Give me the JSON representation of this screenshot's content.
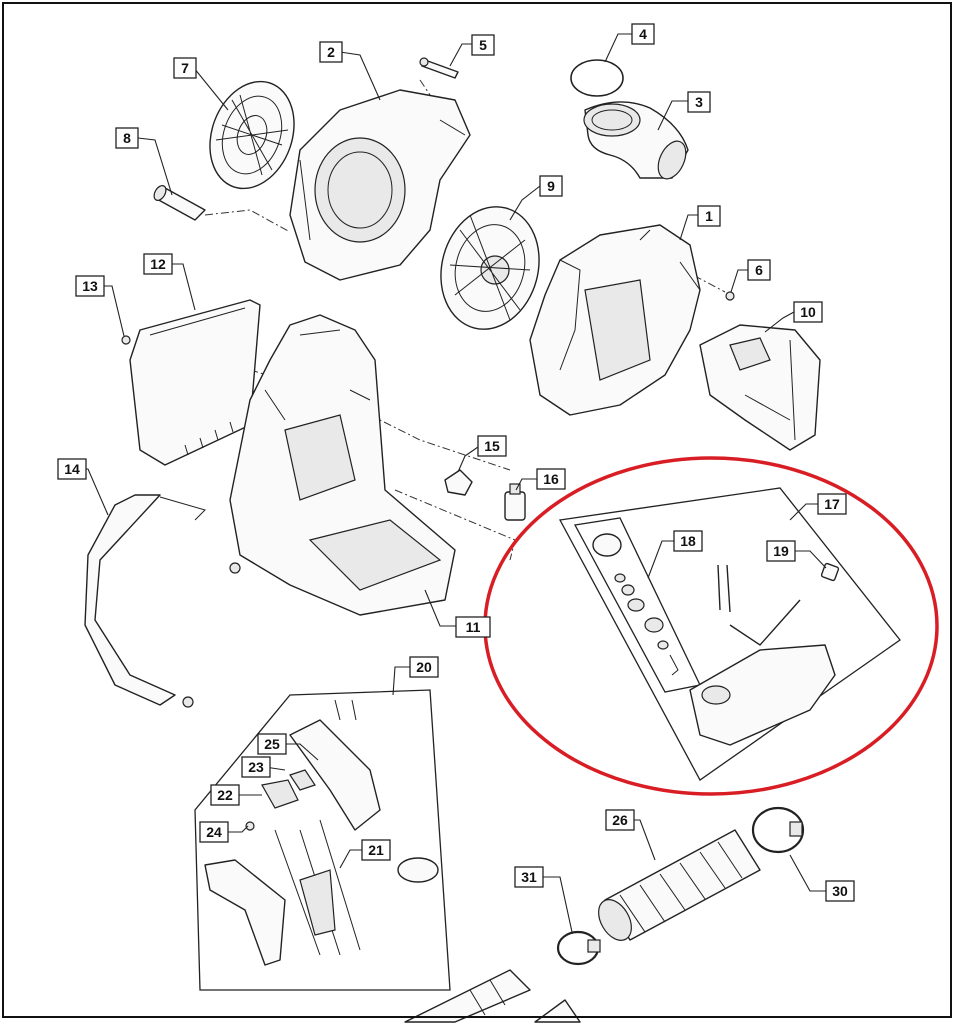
{
  "callouts": [
    {
      "id": "c1",
      "text": "1"
    },
    {
      "id": "c2",
      "text": "2"
    },
    {
      "id": "c3",
      "text": "3"
    },
    {
      "id": "c4",
      "text": "4"
    },
    {
      "id": "c5",
      "text": "5"
    },
    {
      "id": "c6",
      "text": "6"
    },
    {
      "id": "c7",
      "text": "7"
    },
    {
      "id": "c8",
      "text": "8"
    },
    {
      "id": "c9",
      "text": "9"
    },
    {
      "id": "c10",
      "text": "10"
    },
    {
      "id": "c11",
      "text": "11"
    },
    {
      "id": "c12",
      "text": "12"
    },
    {
      "id": "c13",
      "text": "13"
    },
    {
      "id": "c14",
      "text": "14"
    },
    {
      "id": "c15",
      "text": "15"
    },
    {
      "id": "c16",
      "text": "16"
    },
    {
      "id": "c17",
      "text": "17"
    },
    {
      "id": "c18",
      "text": "18"
    },
    {
      "id": "c19",
      "text": "19"
    },
    {
      "id": "c20",
      "text": "20"
    },
    {
      "id": "c21",
      "text": "21"
    },
    {
      "id": "c22",
      "text": "22"
    },
    {
      "id": "c23",
      "text": "23"
    },
    {
      "id": "c24",
      "text": "24"
    },
    {
      "id": "c25",
      "text": "25"
    },
    {
      "id": "c26",
      "text": "26"
    },
    {
      "id": "c30",
      "text": "30"
    },
    {
      "id": "c31",
      "text": "31"
    }
  ],
  "highlight": {
    "color": "#d81e24"
  }
}
